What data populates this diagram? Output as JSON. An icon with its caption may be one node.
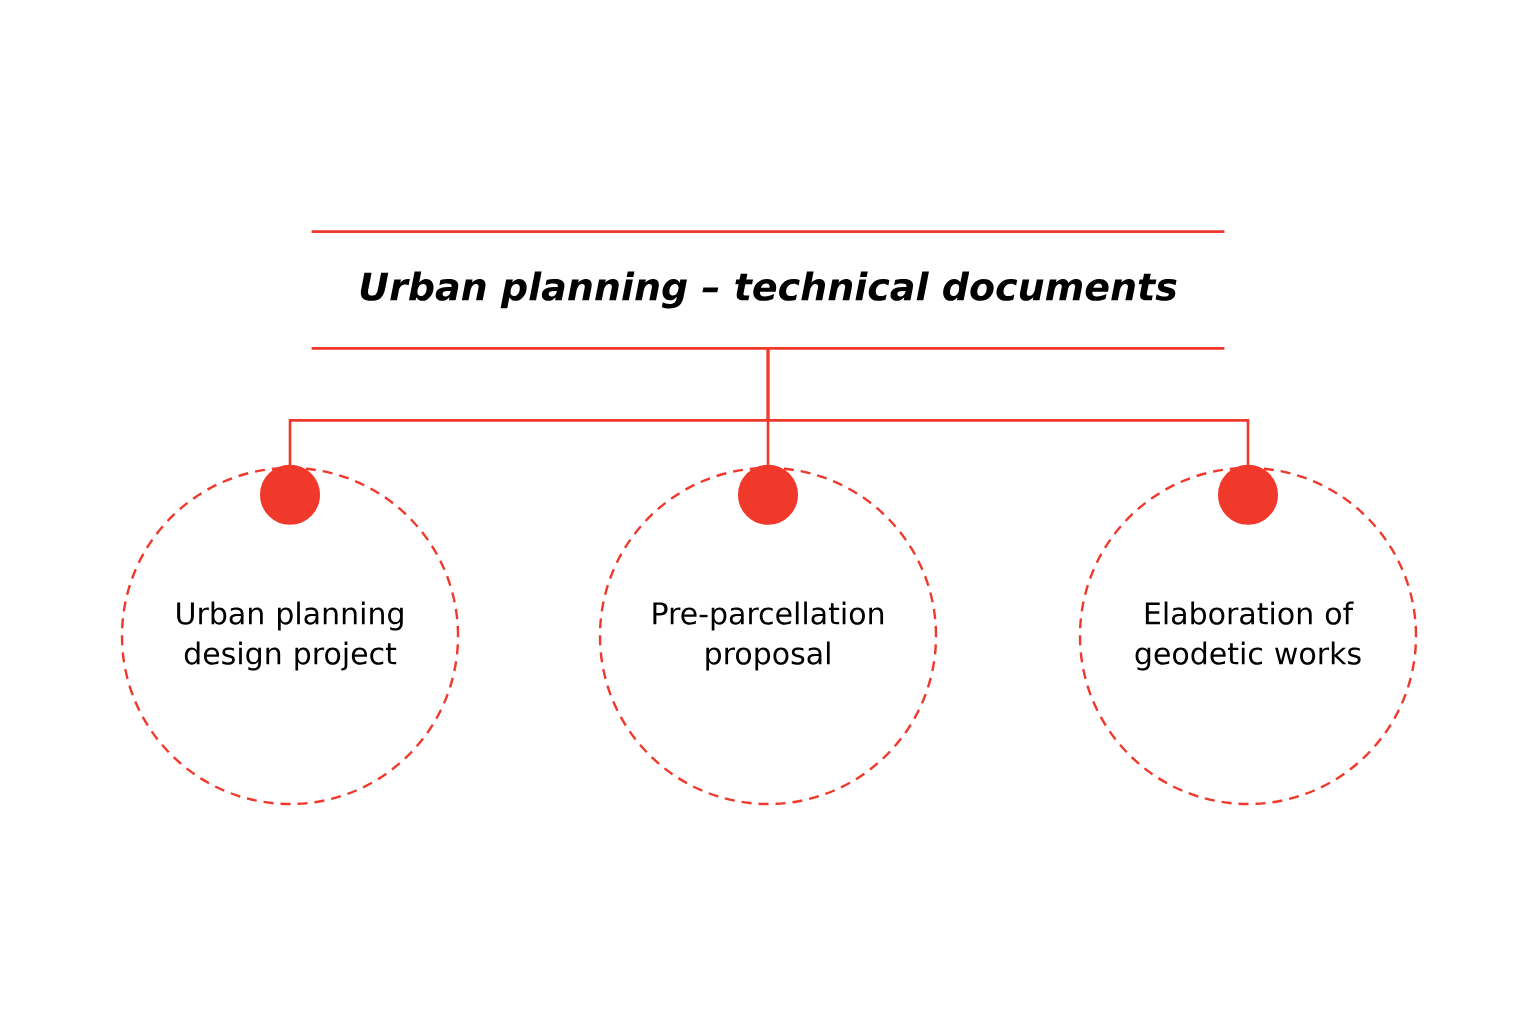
{
  "diagram": {
    "nodes": [
      {
        "text": [
          "Urban planning – technical documents"
        ]
      },
      {
        "text": [
          "Urban planning design project"
        ]
      },
      {
        "text": [
          "Pre-parcellation proposal"
        ]
      },
      {
        "text": [
          "Elaboration of geodetic works"
        ]
      }
    ],
    "edges": [
      {
        "from": 0,
        "to": 1,
        "arrow": "other"
      },
      {
        "from": 0,
        "to": 2,
        "arrow": "other"
      },
      {
        "from": 0,
        "to": 3,
        "arrow": "other"
      }
    ]
  }
}
